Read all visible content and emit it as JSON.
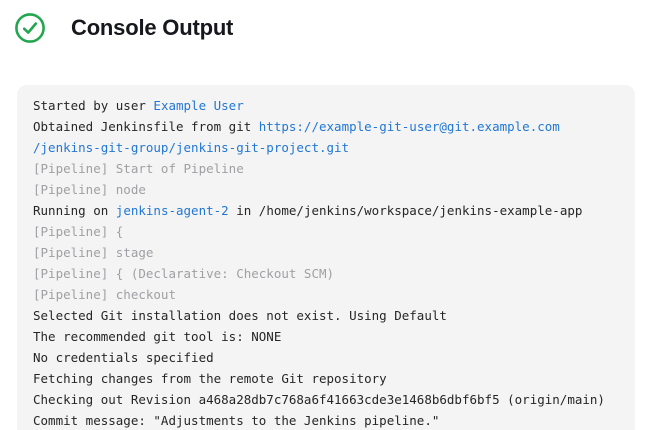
{
  "header": {
    "title": "Console Output",
    "status_icon": "check-circle-icon",
    "status": "success"
  },
  "colors": {
    "success_green": "#23a64f",
    "link_blue": "#2277d4",
    "muted_gray": "#9fa0a3",
    "log_text": "#262626",
    "console_background": "#f4f4f4",
    "page_background": "#ffffff",
    "title_text": "#16181d"
  },
  "console": {
    "lines": [
      {
        "segments": [
          {
            "text": "Started by user ",
            "type": "plain"
          },
          {
            "text": "Example User",
            "type": "link"
          }
        ]
      },
      {
        "segments": [
          {
            "text": "Obtained Jenkinsfile from git ",
            "type": "plain"
          },
          {
            "text": "https://example-git-user@git.example.com",
            "type": "link"
          }
        ]
      },
      {
        "segments": [
          {
            "text": "/jenkins-git-group/jenkins-git-project.git",
            "type": "link"
          }
        ]
      },
      {
        "segments": [
          {
            "text": "[Pipeline] Start of Pipeline",
            "type": "muted"
          }
        ]
      },
      {
        "segments": [
          {
            "text": "[Pipeline] node",
            "type": "muted"
          }
        ]
      },
      {
        "segments": [
          {
            "text": "Running on ",
            "type": "plain"
          },
          {
            "text": "jenkins-agent-2",
            "type": "link"
          },
          {
            "text": " in /home/jenkins/workspace/jenkins-example-app",
            "type": "plain"
          }
        ]
      },
      {
        "segments": [
          {
            "text": "[Pipeline] {",
            "type": "muted"
          }
        ]
      },
      {
        "segments": [
          {
            "text": "[Pipeline] stage",
            "type": "muted"
          }
        ]
      },
      {
        "segments": [
          {
            "text": "[Pipeline] { (Declarative: Checkout SCM)",
            "type": "muted"
          }
        ]
      },
      {
        "segments": [
          {
            "text": "[Pipeline] checkout",
            "type": "muted"
          }
        ]
      },
      {
        "segments": [
          {
            "text": "Selected Git installation does not exist. Using Default",
            "type": "plain"
          }
        ]
      },
      {
        "segments": [
          {
            "text": "The recommended git tool is: NONE",
            "type": "plain"
          }
        ]
      },
      {
        "segments": [
          {
            "text": "No credentials specified",
            "type": "plain"
          }
        ]
      },
      {
        "segments": [
          {
            "text": "Fetching changes from the remote Git repository",
            "type": "plain"
          }
        ]
      },
      {
        "segments": [
          {
            "text": "Checking out Revision a468a28db7c768a6f41663cde3e1468b6dbf6bf5 (origin/main)",
            "type": "plain"
          }
        ]
      },
      {
        "segments": [
          {
            "text": "Commit message: \"Adjustments to the Jenkins pipeline.\"",
            "type": "plain"
          }
        ]
      }
    ]
  }
}
